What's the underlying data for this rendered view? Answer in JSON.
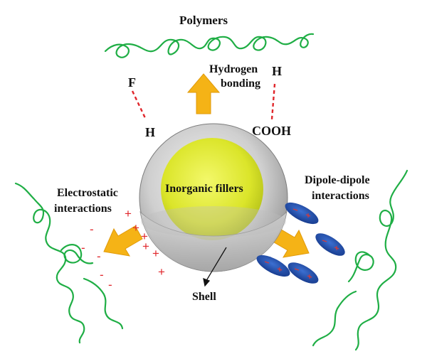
{
  "labels": {
    "polymers": "Polymers",
    "hydrogen_line1": "Hydrogen",
    "hydrogen_line2": "bonding",
    "atom_f": "F",
    "atom_h_left": "H",
    "atom_h_right": "H",
    "cooh": "COOH",
    "electrostatic_line1": "Electrostatic",
    "electrostatic_line2": "interactions",
    "dipole_line1": "Dipole-dipole",
    "dipole_line2": "interactions",
    "core": "Inorganic fillers",
    "shell": "Shell"
  },
  "signs": {
    "plus": "+",
    "minus": "-"
  },
  "colors": {
    "polymer_chain": "#1fae45",
    "arrow": "#f5b316",
    "bond_dash": "#e0262b",
    "charge": "#e0262b",
    "core": "#e6ef2a",
    "shell": "#c8c8c8",
    "dipole": "#1f4fb0"
  }
}
